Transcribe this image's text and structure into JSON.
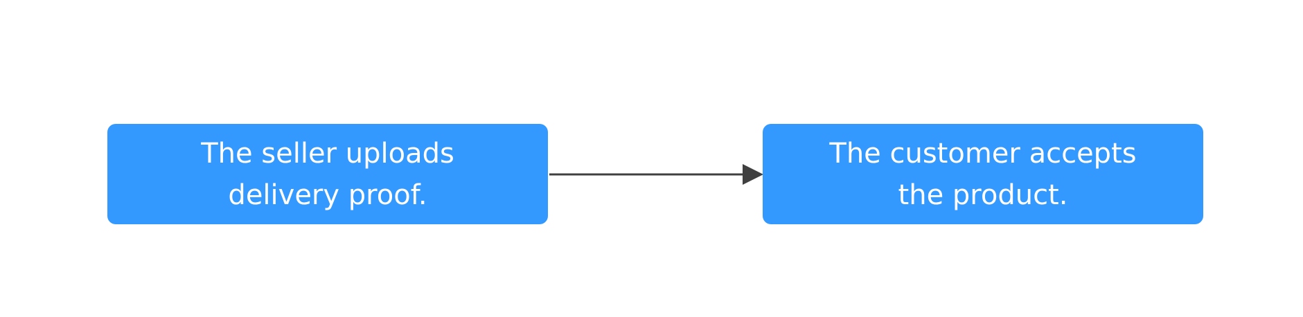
{
  "colors": {
    "node_fill": "#3399ff",
    "node_text": "#ffffff",
    "connector": "#404040",
    "background": "#ffffff"
  },
  "diagram": {
    "nodes": [
      {
        "id": "node-1",
        "label": "The seller uploads\ndelivery proof."
      },
      {
        "id": "node-2",
        "label": "The customer accepts\nthe product."
      }
    ],
    "edges": [
      {
        "from": "node-1",
        "to": "node-2"
      }
    ]
  }
}
